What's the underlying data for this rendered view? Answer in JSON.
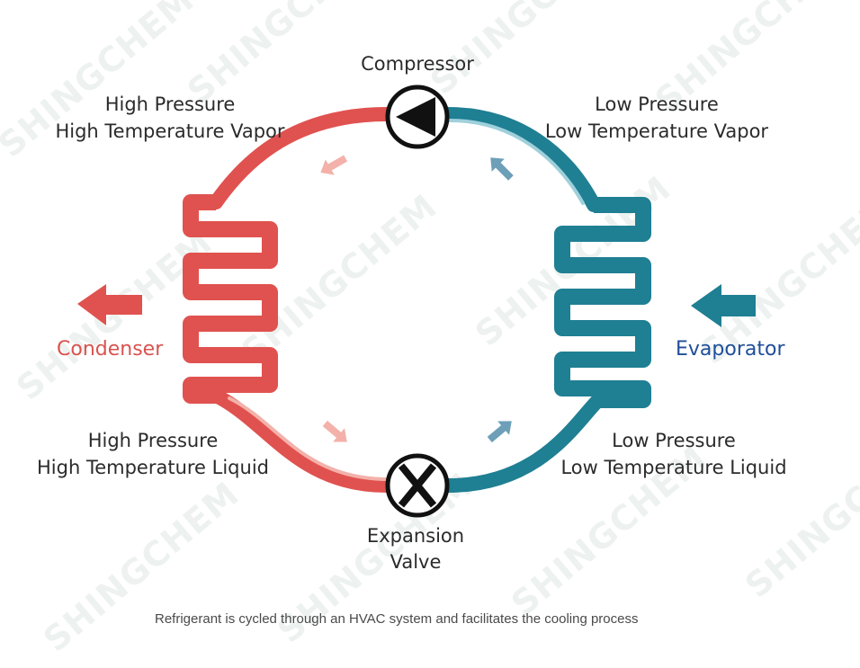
{
  "watermark": {
    "text": "SHINGCHEM"
  },
  "labels": {
    "compressor": "Compressor",
    "hp_ht_vapor_line1": "High Pressure",
    "hp_ht_vapor_line2": "High Temperature Vapor",
    "lp_lt_vapor_line1": "Low Pressure",
    "lp_lt_vapor_line2": "Low Temperature Vapor",
    "condenser": "Condenser",
    "evaporator": "Evaporator",
    "hp_ht_liquid_line1": "High Pressure",
    "hp_ht_liquid_line2": "High Temperature Liquid",
    "lp_lt_liquid_line1": "Low Pressure",
    "lp_lt_liquid_line2": "Low Temperature Liquid",
    "expansion_line1": "Expansion",
    "expansion_line2": "Valve"
  },
  "caption": "Refrigerant is cycled through an HVAC system and facilitates the cooling process",
  "colors": {
    "hot": "#e0524f",
    "hot_light": "#f3b1aa",
    "cold": "#1f7f93",
    "cold_light": "#9fd0db",
    "condenser_text": "#d9534f",
    "evaporator_text": "#1f4e99"
  }
}
